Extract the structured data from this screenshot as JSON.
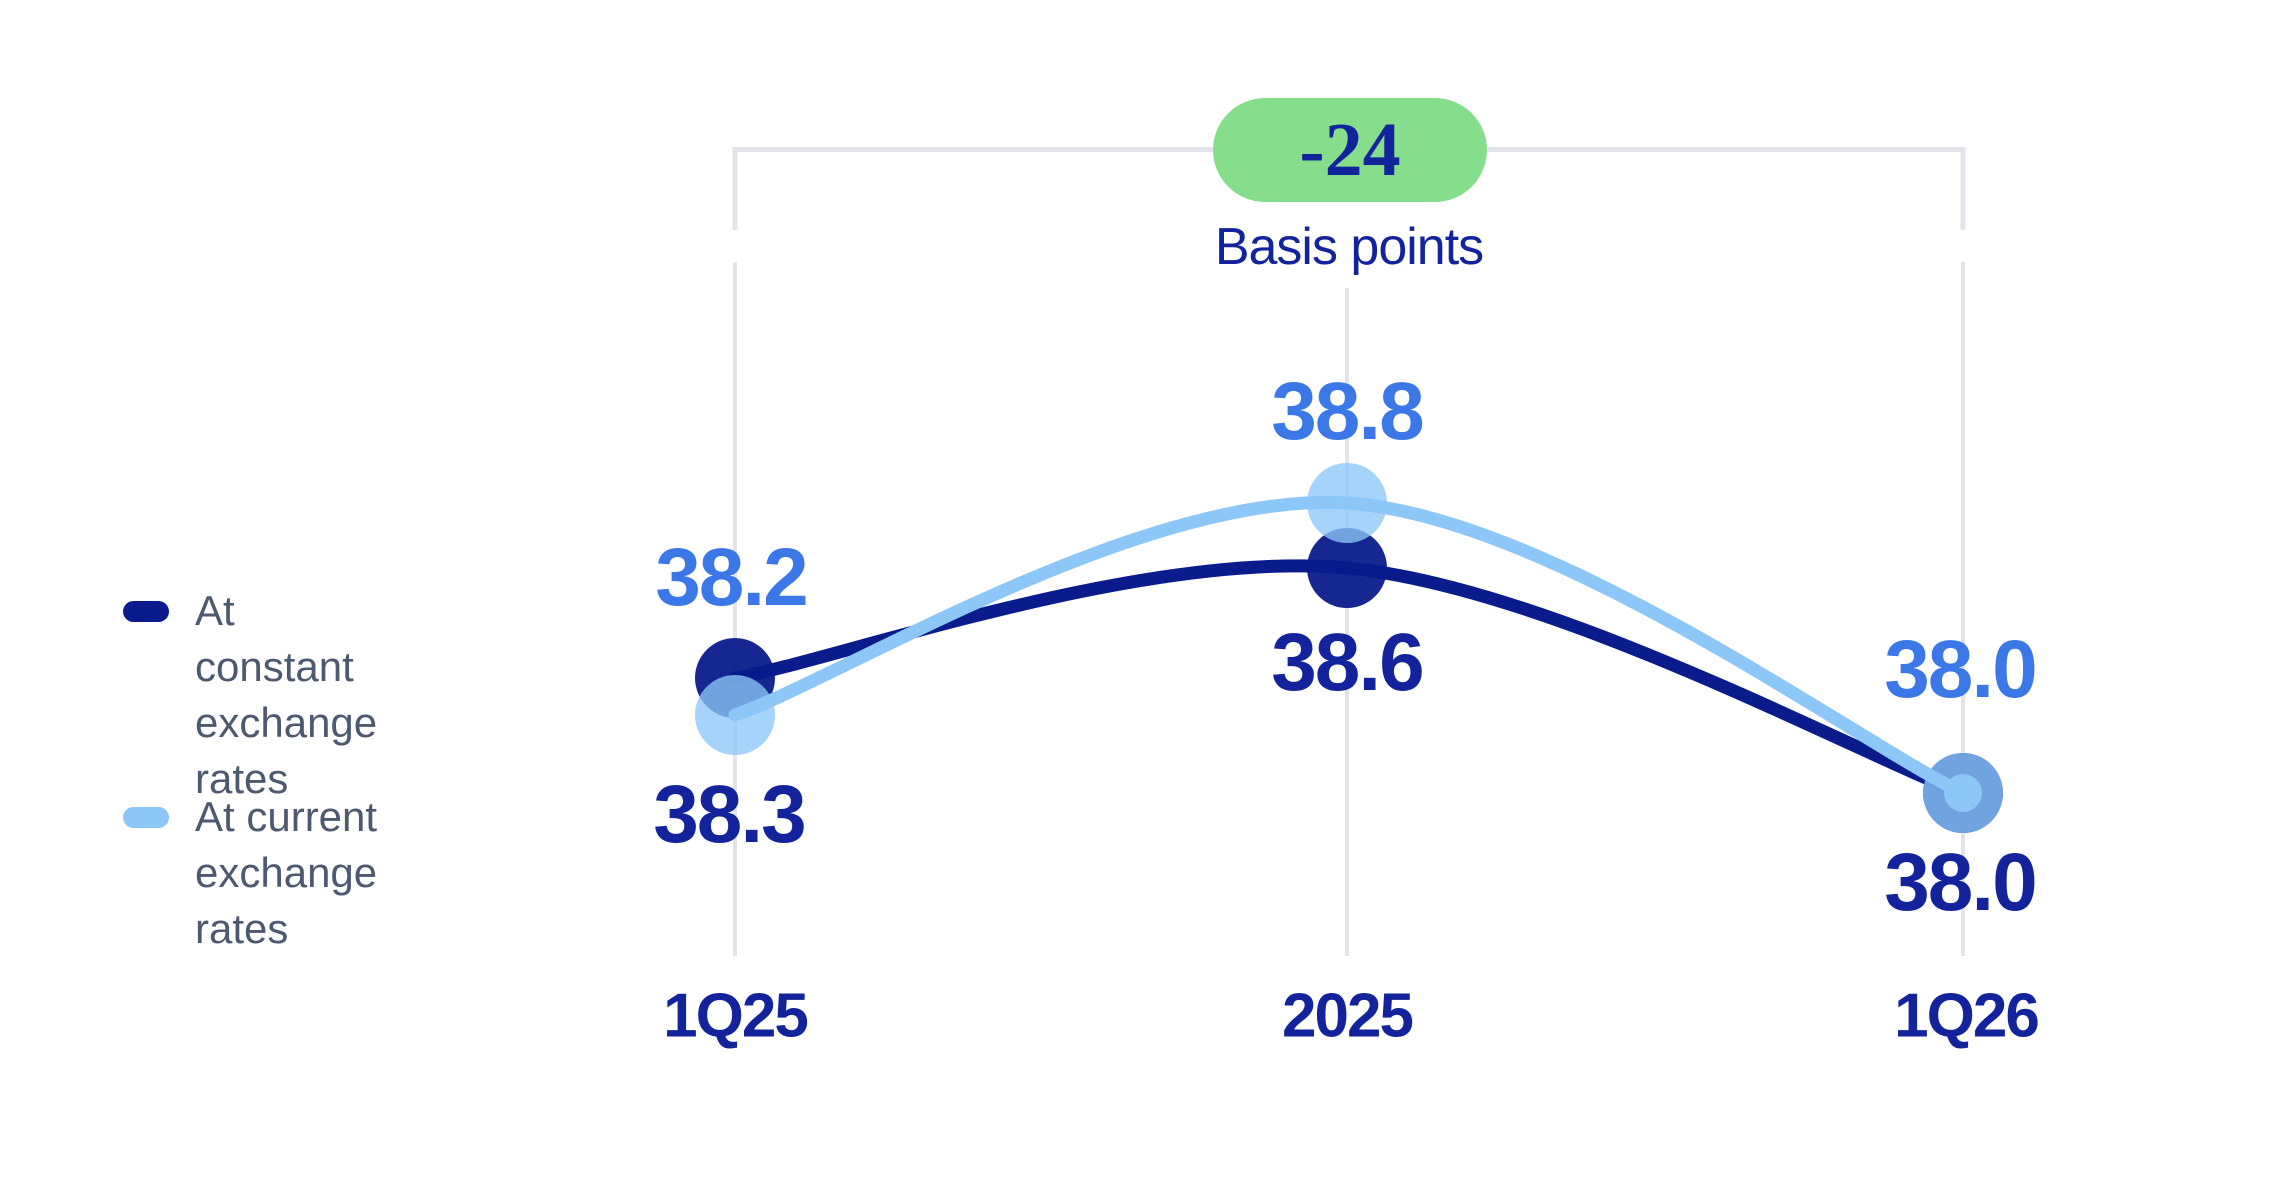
{
  "colors": {
    "navy-line": "#0A1B8C",
    "light-line": "#8CC7F7",
    "blue-label": "#3C77E7",
    "navy-text": "#13239B",
    "slate-text": "#4D596F",
    "grid-line": "#E2E4EA",
    "green-badge": "#86DD8B",
    "background": "#FFFFFF"
  },
  "legend": {
    "items": [
      {
        "name": "At constant exchange rates",
        "line1": "At constant",
        "line2": "exchange rates",
        "swatch_color": "#0A1B8C"
      },
      {
        "name": "At current exchange rates",
        "line1": "At current",
        "line2": "exchange rates",
        "swatch_color": "#8CC7F7"
      }
    ]
  },
  "chart_data": {
    "type": "line",
    "categories": [
      "1Q25",
      "2025",
      "1Q26"
    ],
    "series": [
      {
        "name": "At constant exchange rates",
        "color": "#0A1B8C",
        "values": [
          38.3,
          38.6,
          38.0
        ],
        "labels": [
          "38.3",
          "38.6",
          "38.0"
        ]
      },
      {
        "name": "At current exchange rates",
        "color": "#8CC7F7",
        "values": [
          38.2,
          38.8,
          38.0
        ],
        "labels": [
          "38.2",
          "38.8",
          "38.0"
        ]
      }
    ],
    "annotation_badge": "-24",
    "annotation_label": "Basis points",
    "annotation_span": [
      "1Q25",
      "1Q26"
    ],
    "xlabel": "",
    "ylabel": "",
    "ylim": [
      37.8,
      39.0
    ],
    "grid": "vertical-only",
    "legend_position": "left",
    "smooth": true
  }
}
